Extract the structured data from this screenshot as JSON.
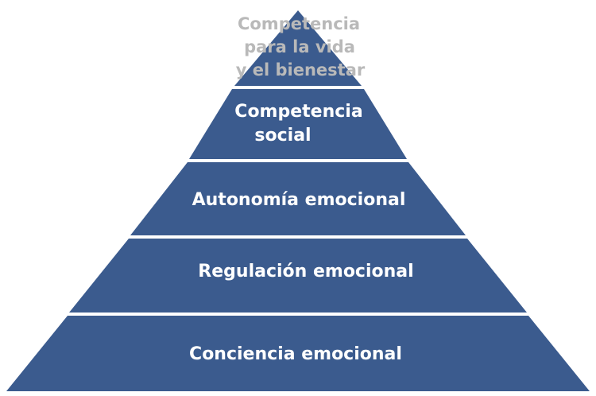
{
  "pyramid": {
    "colors": {
      "tier_fill": "#3b5b8e",
      "label": "#ffffff",
      "top_label": "#b9b9b9"
    },
    "top_label": [
      "Competencia",
      "para la vida",
      "y el bienestar"
    ],
    "tiers": [
      {
        "lines": [
          "Competencia",
          "social"
        ]
      },
      {
        "lines": [
          "Autonomía emocional"
        ]
      },
      {
        "lines": [
          "Regulación emocional"
        ]
      },
      {
        "lines": [
          "Conciencia emocional"
        ]
      }
    ]
  }
}
